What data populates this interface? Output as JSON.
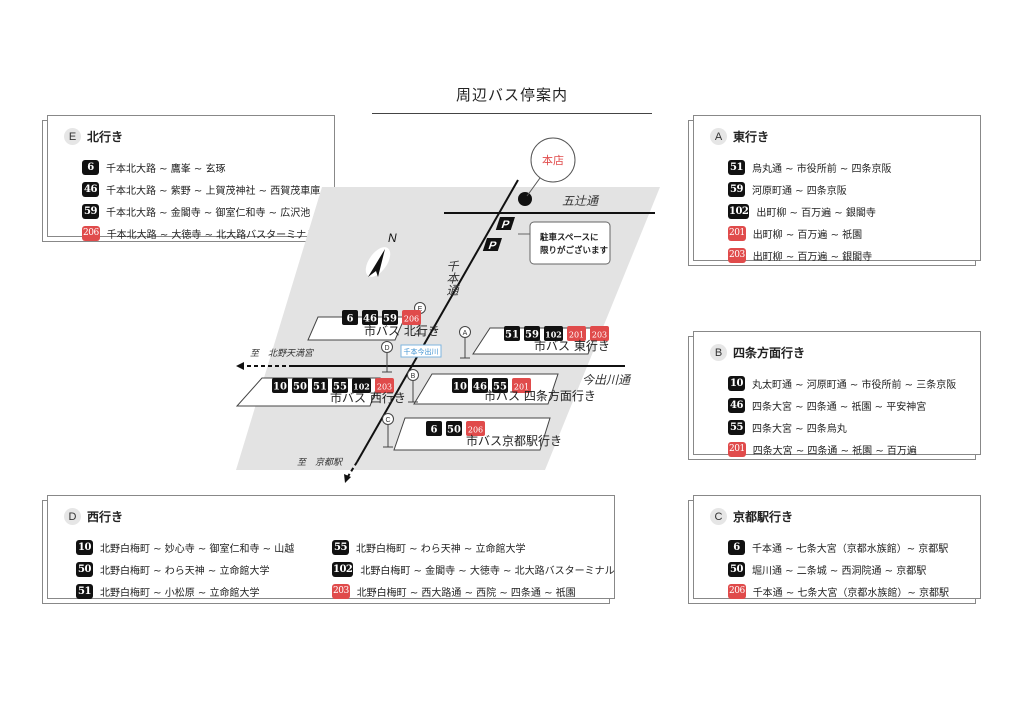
{
  "title": "周辺バス停案内",
  "colors": {
    "red_route": "#e04b4b",
    "black_route": "#111111",
    "map_area": "#e3e3e3",
    "shop_red": "#e04b4b",
    "stop_label_blue": "#3a8fd0"
  },
  "panels": {
    "E": {
      "letter": "E",
      "title": "北行き",
      "routes": [
        {
          "no": "6",
          "color": "black",
          "via": "千本北大路 ~ 鷹峯 ~ 玄琢"
        },
        {
          "no": "46",
          "color": "black",
          "via": "千本北大路 ~ 紫野 ~ 上賀茂神社 ~ 西賀茂車庫"
        },
        {
          "no": "59",
          "color": "black",
          "via": "千本北大路 ~ 金閣寺 ~ 御室仁和寺 ~ 広沢池"
        },
        {
          "no": "206",
          "color": "red",
          "via": "千本北大路 ~ 大徳寺 ~ 北大路バスターミナル"
        }
      ]
    },
    "A": {
      "letter": "A",
      "title": "東行き",
      "routes": [
        {
          "no": "51",
          "color": "black",
          "via": "烏丸通 ~ 市役所前 ~ 四条京阪"
        },
        {
          "no": "59",
          "color": "black",
          "via": "河原町通 ~ 四条京阪"
        },
        {
          "no": "102",
          "color": "black",
          "via": "出町柳 ~ 百万遍 ~ 銀閣寺"
        },
        {
          "no": "201",
          "color": "red",
          "via": "出町柳 ~ 百万遍 ~ 祇園"
        },
        {
          "no": "203",
          "color": "red",
          "via": "出町柳 ~ 百万遍 ~ 銀閣寺"
        }
      ]
    },
    "B": {
      "letter": "B",
      "title": "四条方面行き",
      "routes": [
        {
          "no": "10",
          "color": "black",
          "via": "丸太町通 ~ 河原町通 ~ 市役所前 ~ 三条京阪"
        },
        {
          "no": "46",
          "color": "black",
          "via": "四条大宮 ~ 四条通 ~ 祇園 ~ 平安神宮"
        },
        {
          "no": "55",
          "color": "black",
          "via": "四条大宮 ~ 四条烏丸"
        },
        {
          "no": "201",
          "color": "red",
          "via": "四条大宮 ~ 四条通 ~ 祇園 ~ 百万遍"
        }
      ]
    },
    "C": {
      "letter": "C",
      "title": "京都駅行き",
      "routes": [
        {
          "no": "6",
          "color": "black",
          "via": "千本通 ~ 七条大宮（京都水族館）~ 京都駅"
        },
        {
          "no": "50",
          "color": "black",
          "via": "堀川通 ~ 二条城 ~ 西洞院通 ~ 京都駅"
        },
        {
          "no": "206",
          "color": "red",
          "via": "千本通 ~ 七条大宮（京都水族館）~ 京都駅"
        }
      ]
    },
    "D": {
      "letter": "D",
      "title": "西行き",
      "routes_left": [
        {
          "no": "10",
          "color": "black",
          "via": "北野白梅町 ~ 妙心寺 ~ 御室仁和寺 ~ 山越"
        },
        {
          "no": "50",
          "color": "black",
          "via": "北野白梅町 ~ わら天神 ~ 立命館大学"
        },
        {
          "no": "51",
          "color": "black",
          "via": "北野白梅町 ~ 小松原 ~ 立命館大学"
        }
      ],
      "routes_right": [
        {
          "no": "55",
          "color": "black",
          "via": "北野白梅町 ~ わら天神 ~ 立命館大学"
        },
        {
          "no": "102",
          "color": "black",
          "via": "北野白梅町 ~ 金閣寺 ~ 大徳寺 ~ 北大路バスターミナル"
        },
        {
          "no": "203",
          "color": "red",
          "via": "北野白梅町 ~ 西大路通 ~ 西院 ~ 四条通 ~ 祇園"
        }
      ]
    }
  },
  "map": {
    "shop_label": "本店",
    "parking_note_line1": "駐車スペースに",
    "parking_note_line2": "限りがございます",
    "parking_icon": "P",
    "north_label": "N",
    "streets": {
      "gojo": "五辻通",
      "senbon": "千本通",
      "imadegawa": "今出川通"
    },
    "directions": {
      "west": "至　北野天満宮",
      "south": "至　京都駅"
    },
    "intersection_label": "千本今出川",
    "stops": [
      {
        "letter": "E",
        "name": "市バス 北行き",
        "routes": [
          {
            "no": "6",
            "color": "black"
          },
          {
            "no": "46",
            "color": "black"
          },
          {
            "no": "59",
            "color": "black"
          },
          {
            "no": "206",
            "color": "red"
          }
        ]
      },
      {
        "letter": "A",
        "name": "市バス 東行き",
        "routes": [
          {
            "no": "51",
            "color": "black"
          },
          {
            "no": "59",
            "color": "black"
          },
          {
            "no": "102",
            "color": "black"
          },
          {
            "no": "201",
            "color": "red"
          },
          {
            "no": "203",
            "color": "red"
          }
        ]
      },
      {
        "letter": "D",
        "name": "市バス 西行き",
        "routes": [
          {
            "no": "10",
            "color": "black"
          },
          {
            "no": "50",
            "color": "black"
          },
          {
            "no": "51",
            "color": "black"
          },
          {
            "no": "55",
            "color": "black"
          },
          {
            "no": "102",
            "color": "black"
          },
          {
            "no": "203",
            "color": "red"
          }
        ]
      },
      {
        "letter": "B",
        "name": "市バス 四条方面行き",
        "routes": [
          {
            "no": "10",
            "color": "black"
          },
          {
            "no": "46",
            "color": "black"
          },
          {
            "no": "55",
            "color": "black"
          },
          {
            "no": "201",
            "color": "red"
          }
        ]
      },
      {
        "letter": "C",
        "name": "市バス京都駅行き",
        "routes": [
          {
            "no": "6",
            "color": "black"
          },
          {
            "no": "50",
            "color": "black"
          },
          {
            "no": "206",
            "color": "red"
          }
        ]
      }
    ]
  }
}
